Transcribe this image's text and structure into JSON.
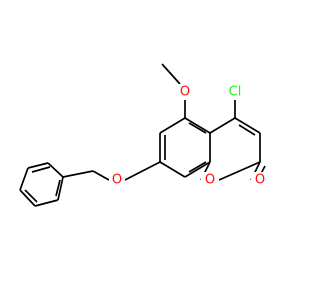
{
  "diagram": {
    "type": "chemical-structure",
    "atom_labels": {
      "methoxy_oxygen": "O",
      "chlorine": "Cl",
      "ether_oxygen": "O",
      "ring_oxygen": "O",
      "carbonyl_oxygen": "O"
    },
    "colors": {
      "oxygen": "#ff0d0d",
      "chlorine": "#1ff01f",
      "bond": "#000000"
    }
  }
}
